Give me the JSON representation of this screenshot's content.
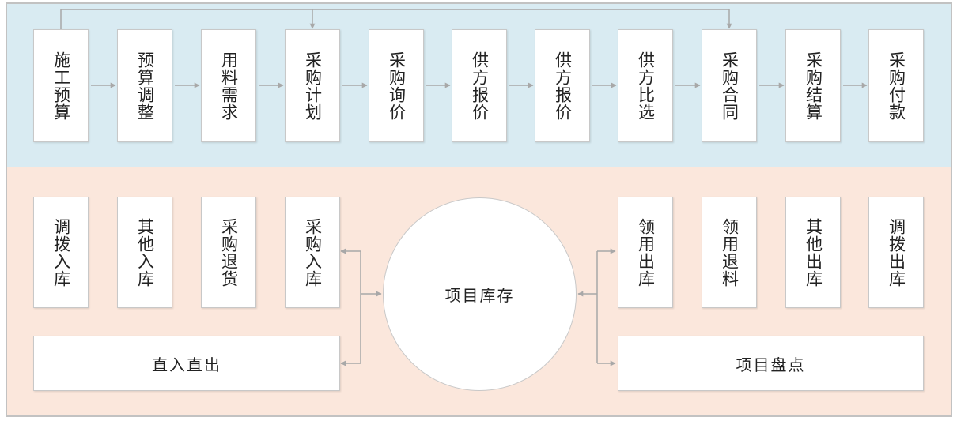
{
  "procurement_flow": {
    "steps": [
      "施工预算",
      "预算调整",
      "用料需求",
      "采购计划",
      "采购询价",
      "供方报价",
      "供方报价",
      "供方比选",
      "采购合同",
      "采购结算",
      "采购付款"
    ]
  },
  "inventory": {
    "center_label": "项目库存",
    "inbound_items": [
      "调拨入库",
      "其他入库",
      "采购退货",
      "采购入库"
    ],
    "outbound_items": [
      "领用出库",
      "领用退料",
      "其他出库",
      "调拨出库"
    ],
    "direct_label": "直入直出",
    "stocktake_label": "项目盘点"
  },
  "colors": {
    "top_panel_bg": "#d9ebf2",
    "bottom_panel_bg": "#fbe7dc",
    "border": "#c2c2c2",
    "connector": "#a8a8a8",
    "box_bg": "#ffffff"
  }
}
